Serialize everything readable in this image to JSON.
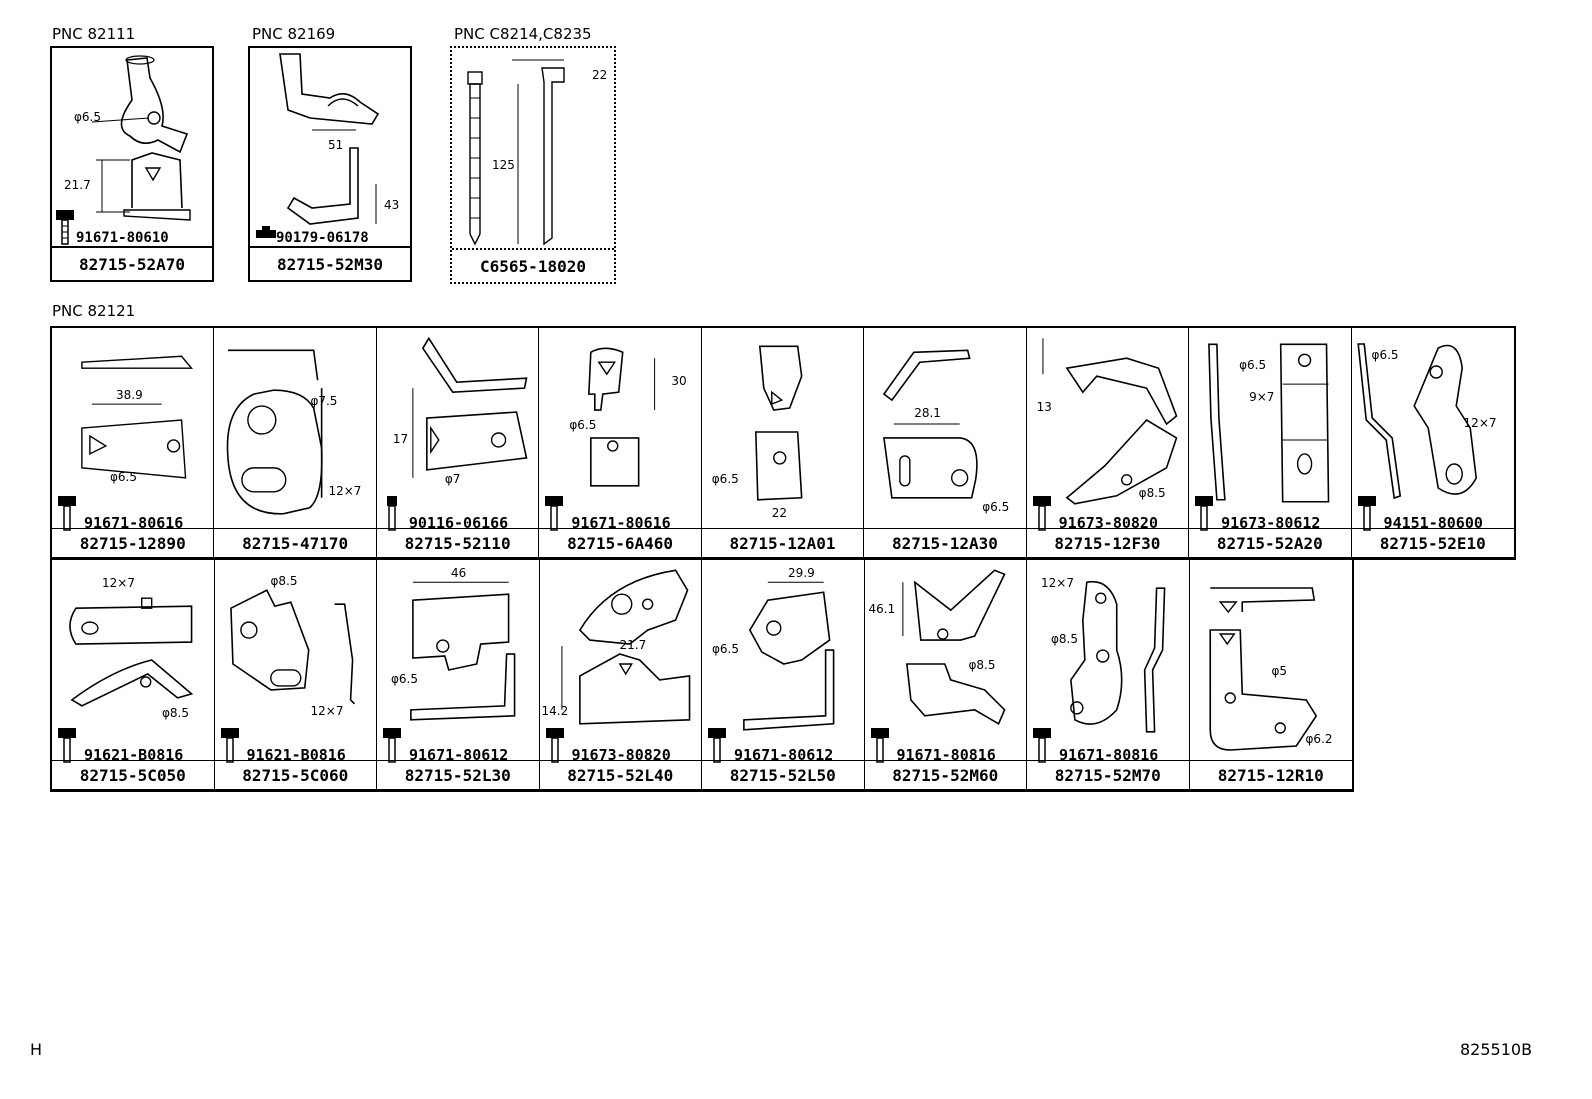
{
  "top_groups": [
    {
      "pnc": "PNC 82111",
      "dims": [
        "φ6.5",
        "21.7"
      ],
      "bolt": "91671-80610",
      "part": "82715-52A70"
    },
    {
      "pnc": "PNC 82169",
      "dims": [
        "51",
        "43"
      ],
      "bolt": "90179-06178",
      "part": "82715-52M30"
    },
    {
      "pnc": "PNC C8214,C8235",
      "dims": [
        "22",
        "125"
      ],
      "part": "C6565-18020"
    }
  ],
  "main_group": {
    "pnc": "PNC 82121",
    "row1": [
      {
        "dims": [
          "38.9",
          "φ6.5"
        ],
        "bolt": "91671-80616",
        "part": "82715-12890"
      },
      {
        "dims": [
          "φ7.5",
          "12×7"
        ],
        "part": "82715-47170"
      },
      {
        "dims": [
          "17",
          "φ7"
        ],
        "bolt": "90116-06166",
        "part": "82715-52110"
      },
      {
        "dims": [
          "30",
          "φ6.5"
        ],
        "bolt": "91671-80616",
        "part": "82715-6A460"
      },
      {
        "dims": [
          "φ6.5",
          "22"
        ],
        "part": "82715-12A01"
      },
      {
        "dims": [
          "28.1",
          "φ6.5"
        ],
        "part": "82715-12A30"
      },
      {
        "dims": [
          "13",
          "φ8.5"
        ],
        "bolt": "91673-80820",
        "part": "82715-12F30"
      },
      {
        "dims": [
          "φ6.5",
          "9×7"
        ],
        "bolt": "91673-80612",
        "part": "82715-52A20"
      },
      {
        "dims": [
          "φ6.5",
          "12×7"
        ],
        "bolt": "94151-80600",
        "part": "82715-52E10"
      }
    ],
    "row2": [
      {
        "dims": [
          "12×7",
          "φ8.5"
        ],
        "bolt": "91621-B0816",
        "part": "82715-5C050"
      },
      {
        "dims": [
          "φ8.5",
          "12×7"
        ],
        "bolt": "91621-B0816",
        "part": "82715-5C060"
      },
      {
        "dims": [
          "46",
          "φ6.5"
        ],
        "bolt": "91671-80612",
        "part": "82715-52L30"
      },
      {
        "dims": [
          "21.7",
          "14.2"
        ],
        "bolt": "91673-80820",
        "part": "82715-52L40"
      },
      {
        "dims": [
          "29.9",
          "φ6.5"
        ],
        "bolt": "91671-80612",
        "part": "82715-52L50"
      },
      {
        "dims": [
          "46.1",
          "φ8.5"
        ],
        "bolt": "91671-80816",
        "part": "82715-52M60"
      },
      {
        "dims": [
          "12×7",
          "φ8.5"
        ],
        "bolt": "91671-80816",
        "part": "82715-52M70"
      },
      {
        "dims": [
          "φ5",
          "φ6.2"
        ],
        "part": "82715-12R10"
      }
    ]
  },
  "footer": {
    "left_code": "H",
    "right_code": "825510B"
  }
}
